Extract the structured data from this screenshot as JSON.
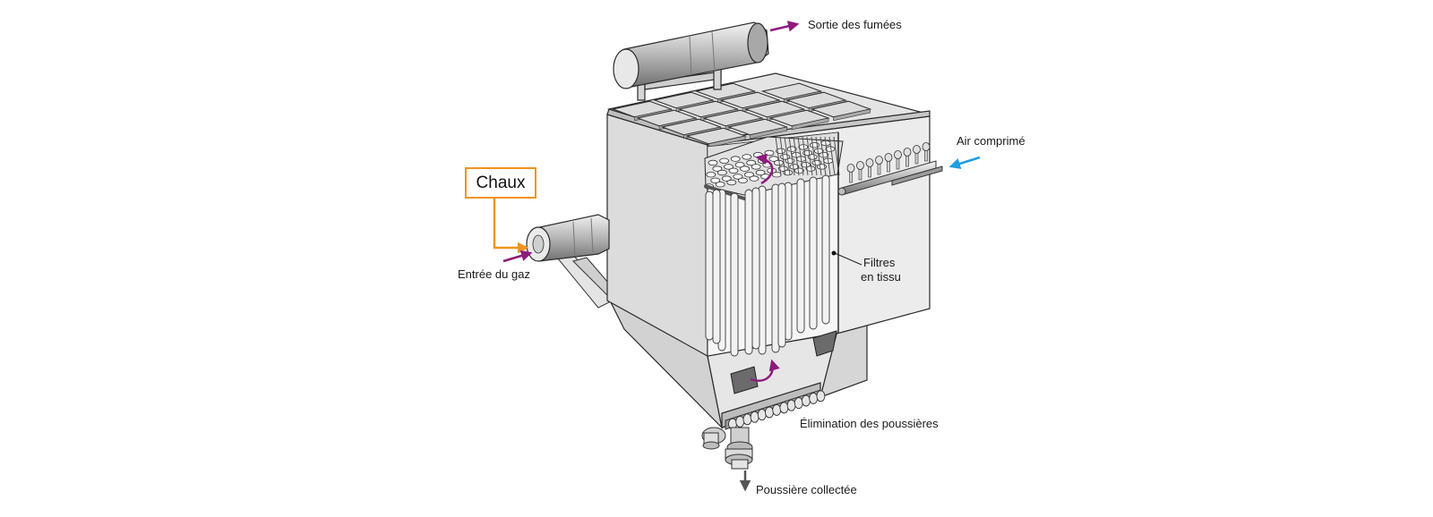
{
  "labels": {
    "fume_outlet": "Sortie des fumées",
    "compressed_air": "Air comprimé",
    "lime": "Chaux",
    "gas_inlet": "Entrée du gaz",
    "filters_line1": "Filtres",
    "filters_line2": "en tissu",
    "dust_removal": "Élimination des poussières",
    "collected_dust": "Poussière collectée"
  },
  "colors": {
    "flow_arrow": "#8e1a7c",
    "air_arrow": "#1e9ee2",
    "lime_box": "#f0931e",
    "dust_arrow": "#555555",
    "housing": "#e9e9ea",
    "outline": "#2b2b2b"
  }
}
